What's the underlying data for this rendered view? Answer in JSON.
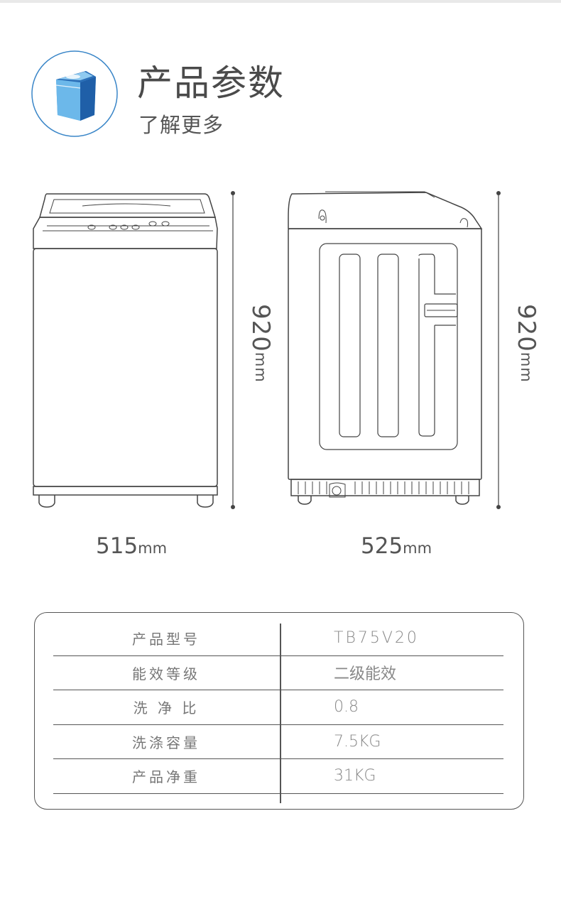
{
  "header": {
    "title": "产品参数",
    "subtitle": "了解更多",
    "icon": "washing-machine-icon",
    "accent_color": "#3a86c8"
  },
  "dimensions": {
    "front_height": {
      "value": "920",
      "unit": "mm"
    },
    "front_width": {
      "value": "515",
      "unit": "mm"
    },
    "side_height": {
      "value": "920",
      "unit": "mm"
    },
    "side_depth": {
      "value": "525",
      "unit": "mm"
    }
  },
  "specs": [
    {
      "label": "产品型号",
      "value": "TB75V20"
    },
    {
      "label": "能效等级",
      "value": "二级能效"
    },
    {
      "label": "洗 净 比",
      "value": "0.8"
    },
    {
      "label": "洗涤容量",
      "value": "7.5KG"
    },
    {
      "label": "产品净重",
      "value": "31KG"
    }
  ]
}
